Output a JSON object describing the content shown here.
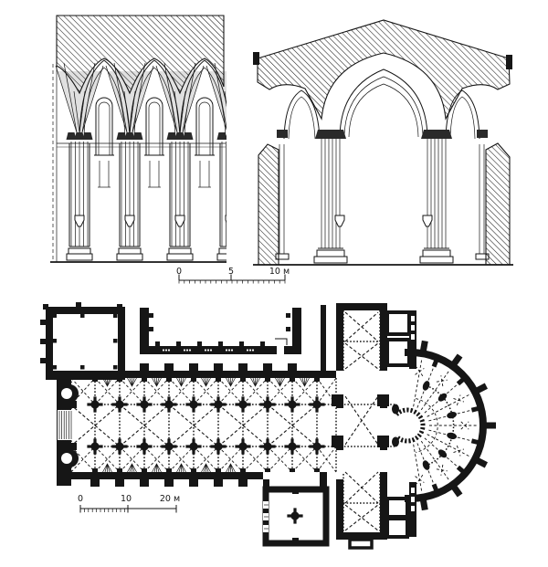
{
  "page": {
    "background": "#ffffff",
    "ink": "#161616"
  },
  "scale_bars": {
    "section": {
      "labels": [
        "0",
        "5",
        "10 м"
      ]
    },
    "plan": {
      "labels": [
        "0",
        "10",
        "20 м"
      ]
    }
  }
}
